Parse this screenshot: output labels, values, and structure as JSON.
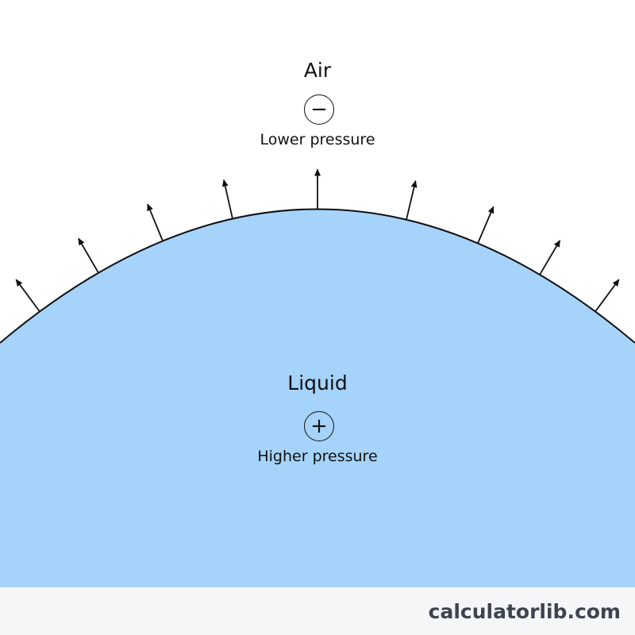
{
  "air": {
    "label": "Air",
    "sign": "−",
    "description": "Lower pressure"
  },
  "liquid": {
    "label": "Liquid",
    "sign": "+",
    "description": "Higher pressure"
  },
  "watermark": "calculatorlib.com",
  "colors": {
    "liquid_fill": "#a6d3fa",
    "outline": "#111111",
    "background": "#ffffff",
    "footer_band": "#f5f6f8",
    "watermark_text": "#3c4450"
  },
  "icons": [
    "minus-circle-icon",
    "plus-circle-icon",
    "outward-arrow-icon"
  ]
}
